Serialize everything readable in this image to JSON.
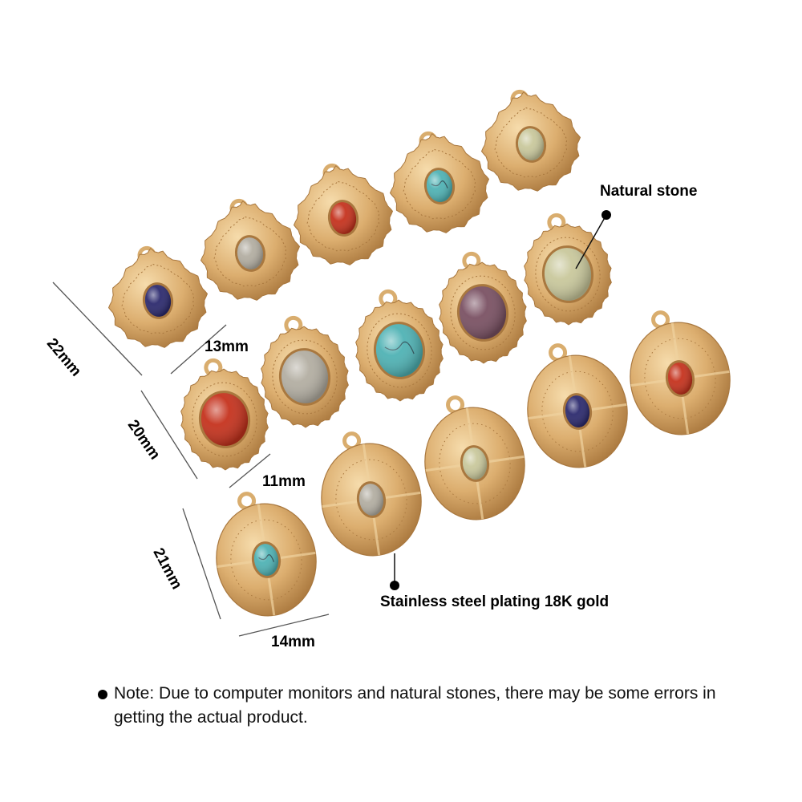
{
  "dimensions": {
    "teardrop_large_height": "22mm",
    "teardrop_large_width": "13mm",
    "oval_sunburst_height": "20mm",
    "oval_sunburst_width": "11mm",
    "oval_disc_height": "21mm",
    "oval_disc_width": "14mm"
  },
  "callouts": {
    "natural_stone": "Natural stone",
    "plating": "Stainless steel plating 18K gold"
  },
  "note": "Note: Due to computer monitors and natural stones, there may be some errors in getting the actual product.",
  "colors": {
    "gold": "#d9ad6e",
    "gold_light": "#f0d3a0",
    "gold_dark": "#a9783f",
    "lapis": "#2c2a6e",
    "labradorite": "#b3aea2",
    "carnelian": "#c5321d",
    "turquoise": "#4fb2b4",
    "jade": "#c9c89c",
    "amethyst": "#7a5163"
  },
  "pendants": {
    "row1_teardrop": [
      "lapis",
      "labradorite",
      "carnelian",
      "turquoise",
      "jade"
    ],
    "row2_oval_sunburst": [
      "carnelian",
      "labradorite",
      "turquoise",
      "amethyst",
      "jade"
    ],
    "row3_oval_disc": [
      "turquoise",
      "labradorite",
      "jade",
      "lapis",
      "carnelian"
    ]
  }
}
